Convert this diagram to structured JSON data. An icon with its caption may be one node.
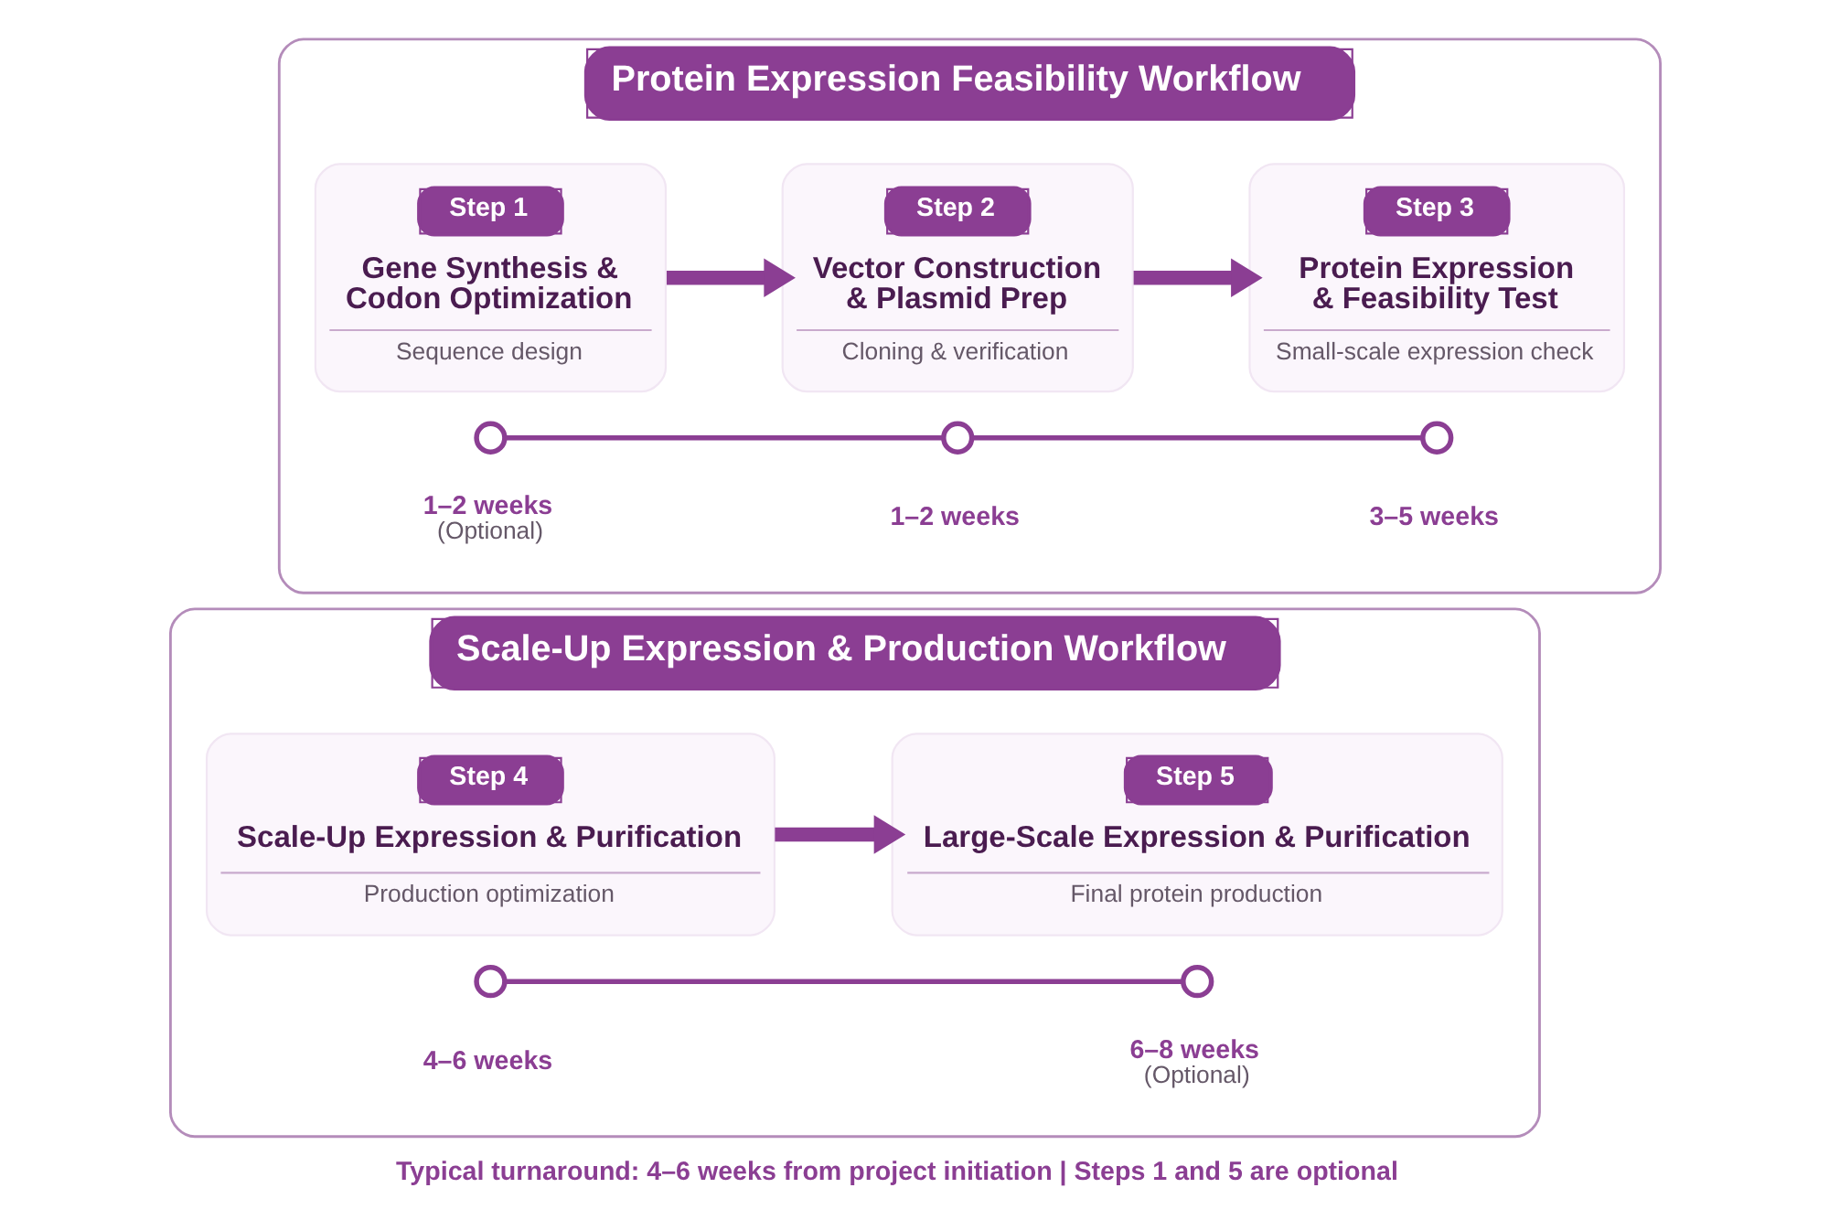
{
  "diagram": {
    "caption": "Typical turnaround: 4–6 weeks from project initiation | Steps 1 and 5 are optional",
    "nodes": [
      {
        "text": [
          "Protein Expression Feasibility Workflow"
        ]
      },
      {
        "text": [
          "Step 1",
          "Gene Synthesis & Codon Optimization",
          "Sequence design"
        ],
        "in": 0
      },
      {
        "text": [
          "Step 2",
          "Vector Construction & Plasmid Prep",
          "Cloning & verification"
        ],
        "in": 0
      },
      {
        "text": [
          "Step 3",
          "Protein Expression & Feasibility Test",
          "Small-scale expression check"
        ],
        "in": 0
      },
      {
        "text": [],
        "shape": "circle",
        "in": 0,
        "beside": [
          "1–2 weeks",
          "(Optional)"
        ]
      },
      {
        "text": [],
        "shape": "circle",
        "in": 0,
        "beside": [
          "1–2 weeks"
        ]
      },
      {
        "text": [],
        "shape": "circle",
        "in": 0,
        "beside": [
          "3–5 weeks"
        ]
      },
      {
        "text": [
          "Scale-Up Expression & Production Workflow"
        ]
      },
      {
        "text": [
          "Step 4",
          "Scale-Up Expression & Purification",
          "Production optimization"
        ],
        "in": 7
      },
      {
        "text": [
          "Step 5",
          "Large-Scale Expression & Purification",
          "Final protein production"
        ],
        "in": 7
      },
      {
        "text": [],
        "shape": "circle",
        "in": 7,
        "beside": [
          "4–6 weeks"
        ]
      },
      {
        "text": [],
        "shape": "circle",
        "in": 7,
        "beside": [
          "6–8 weeks",
          "(Optional)"
        ]
      }
    ],
    "edges": [
      {
        "from": 1,
        "to": 2,
        "arrow": "to",
        "style": "thick"
      },
      {
        "from": 2,
        "to": 3,
        "arrow": "to",
        "style": "thick"
      },
      {
        "from": 4,
        "to": 5,
        "arrow": "none"
      },
      {
        "from": 5,
        "to": 6,
        "arrow": "none"
      },
      {
        "from": 8,
        "to": 9,
        "arrow": "to",
        "style": "thick"
      },
      {
        "from": 10,
        "to": 11,
        "arrow": "none"
      }
    ]
  }
}
